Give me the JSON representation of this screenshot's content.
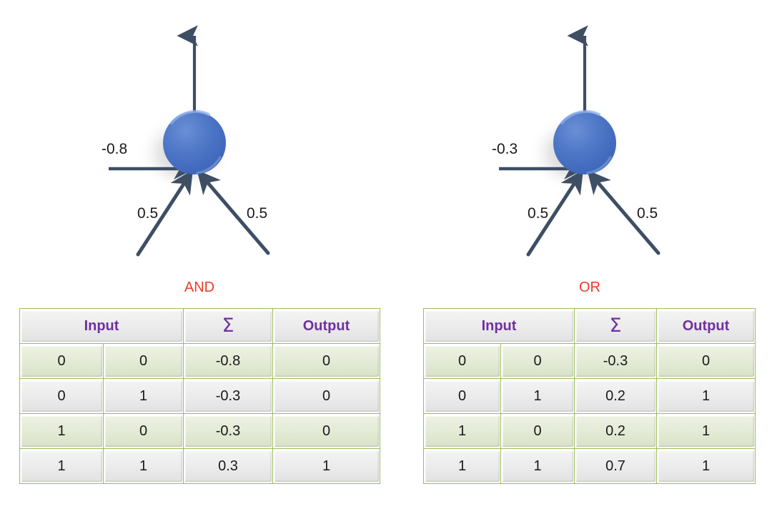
{
  "colors": {
    "neuron_blue": "#4a72c4",
    "neuron_blue_dark": "#3a5fa8",
    "arrow_slate": "#3e4e63",
    "table_border_green": "#9bbb59",
    "header_text_purple": "#7030a0",
    "caption_red": "#ec3b26",
    "row_green": "#e3ead5",
    "row_gray": "#ebebeb"
  },
  "panels": [
    {
      "id": "and",
      "caption": "AND",
      "diagram": {
        "bias_label": "-0.8",
        "weight1_label": "0.5",
        "weight2_label": "0.5",
        "node_name": "neuron-node"
      },
      "table": {
        "headers": [
          "Input",
          "Σ",
          "Output"
        ],
        "header_input_colspan": 2,
        "rows": [
          [
            "0",
            "0",
            "-0.8",
            "0"
          ],
          [
            "0",
            "1",
            "-0.3",
            "0"
          ],
          [
            "1",
            "0",
            "-0.3",
            "0"
          ],
          [
            "1",
            "1",
            "0.3",
            "1"
          ]
        ]
      }
    },
    {
      "id": "or",
      "caption": "OR",
      "diagram": {
        "bias_label": "-0.3",
        "weight1_label": "0.5",
        "weight2_label": "0.5",
        "node_name": "neuron-node"
      },
      "table": {
        "headers": [
          "Input",
          "Σ",
          "Output"
        ],
        "header_input_colspan": 2,
        "rows": [
          [
            "0",
            "0",
            "-0.3",
            "0"
          ],
          [
            "0",
            "1",
            "0.2",
            "1"
          ],
          [
            "1",
            "0",
            "0.2",
            "1"
          ],
          [
            "1",
            "1",
            "0.7",
            "1"
          ]
        ]
      }
    }
  ]
}
